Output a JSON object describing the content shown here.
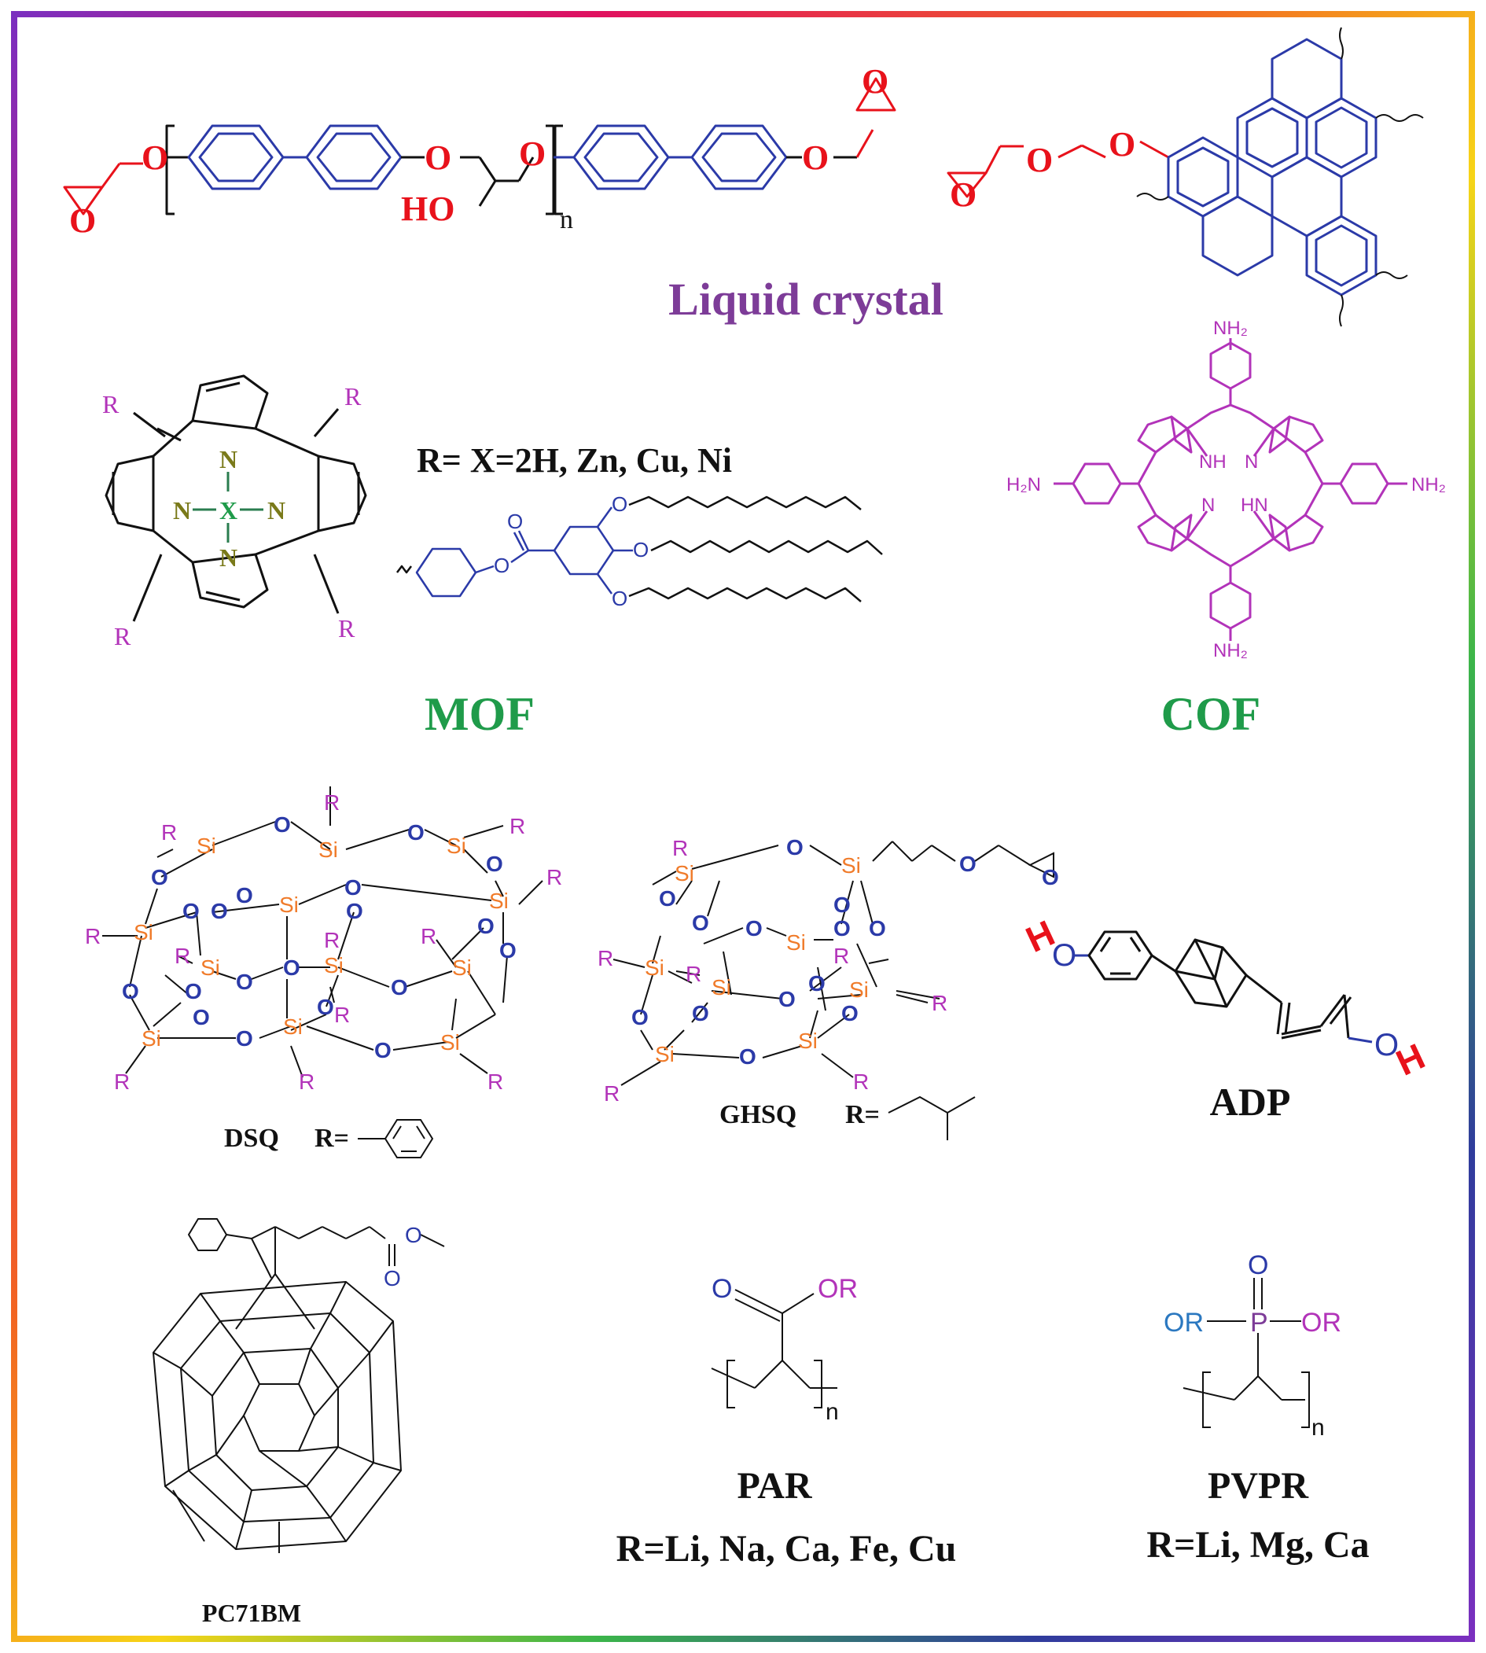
{
  "frame": {
    "gradient": [
      "#7b2fbf",
      "#e0115f",
      "#f26522",
      "#f7d417",
      "#3bb54a",
      "#2f3c9c",
      "#7b2fbf"
    ]
  },
  "colors": {
    "red": "#e8121b",
    "blue": "#2b3aa8",
    "purple": "#7d3c98",
    "magenta": "#b233b9",
    "green": "#1f9b4a",
    "olive": "#7a7a1a",
    "orange": "#f07b2a",
    "black": "#111111"
  },
  "labels": {
    "liquid_crystal": "Liquid crystal",
    "mof": "MOF",
    "cof": "COF",
    "mof_r": "R= X=2H, Zn, Cu, Ni",
    "dsq": "DSQ",
    "dsq_r": "R=",
    "ghsq": "GHSQ",
    "ghsq_r": "R=",
    "adp": "ADP",
    "pc71bm": "PC71BM",
    "par": "PAR",
    "par_r": "R=Li, Na, Ca, Fe, Cu",
    "pvpr": "PVPR",
    "pvpr_r": "R=Li, Mg, Ca"
  },
  "atoms": {
    "O": "O",
    "HO": "HO",
    "H": "H",
    "n": "n",
    "N": "N",
    "X": "X",
    "R": "R",
    "NH": "NH",
    "HN": "HN",
    "NH2": "NH₂",
    "H2N": "H₂N",
    "Si": "Si",
    "OR": "OR",
    "P": "P"
  }
}
